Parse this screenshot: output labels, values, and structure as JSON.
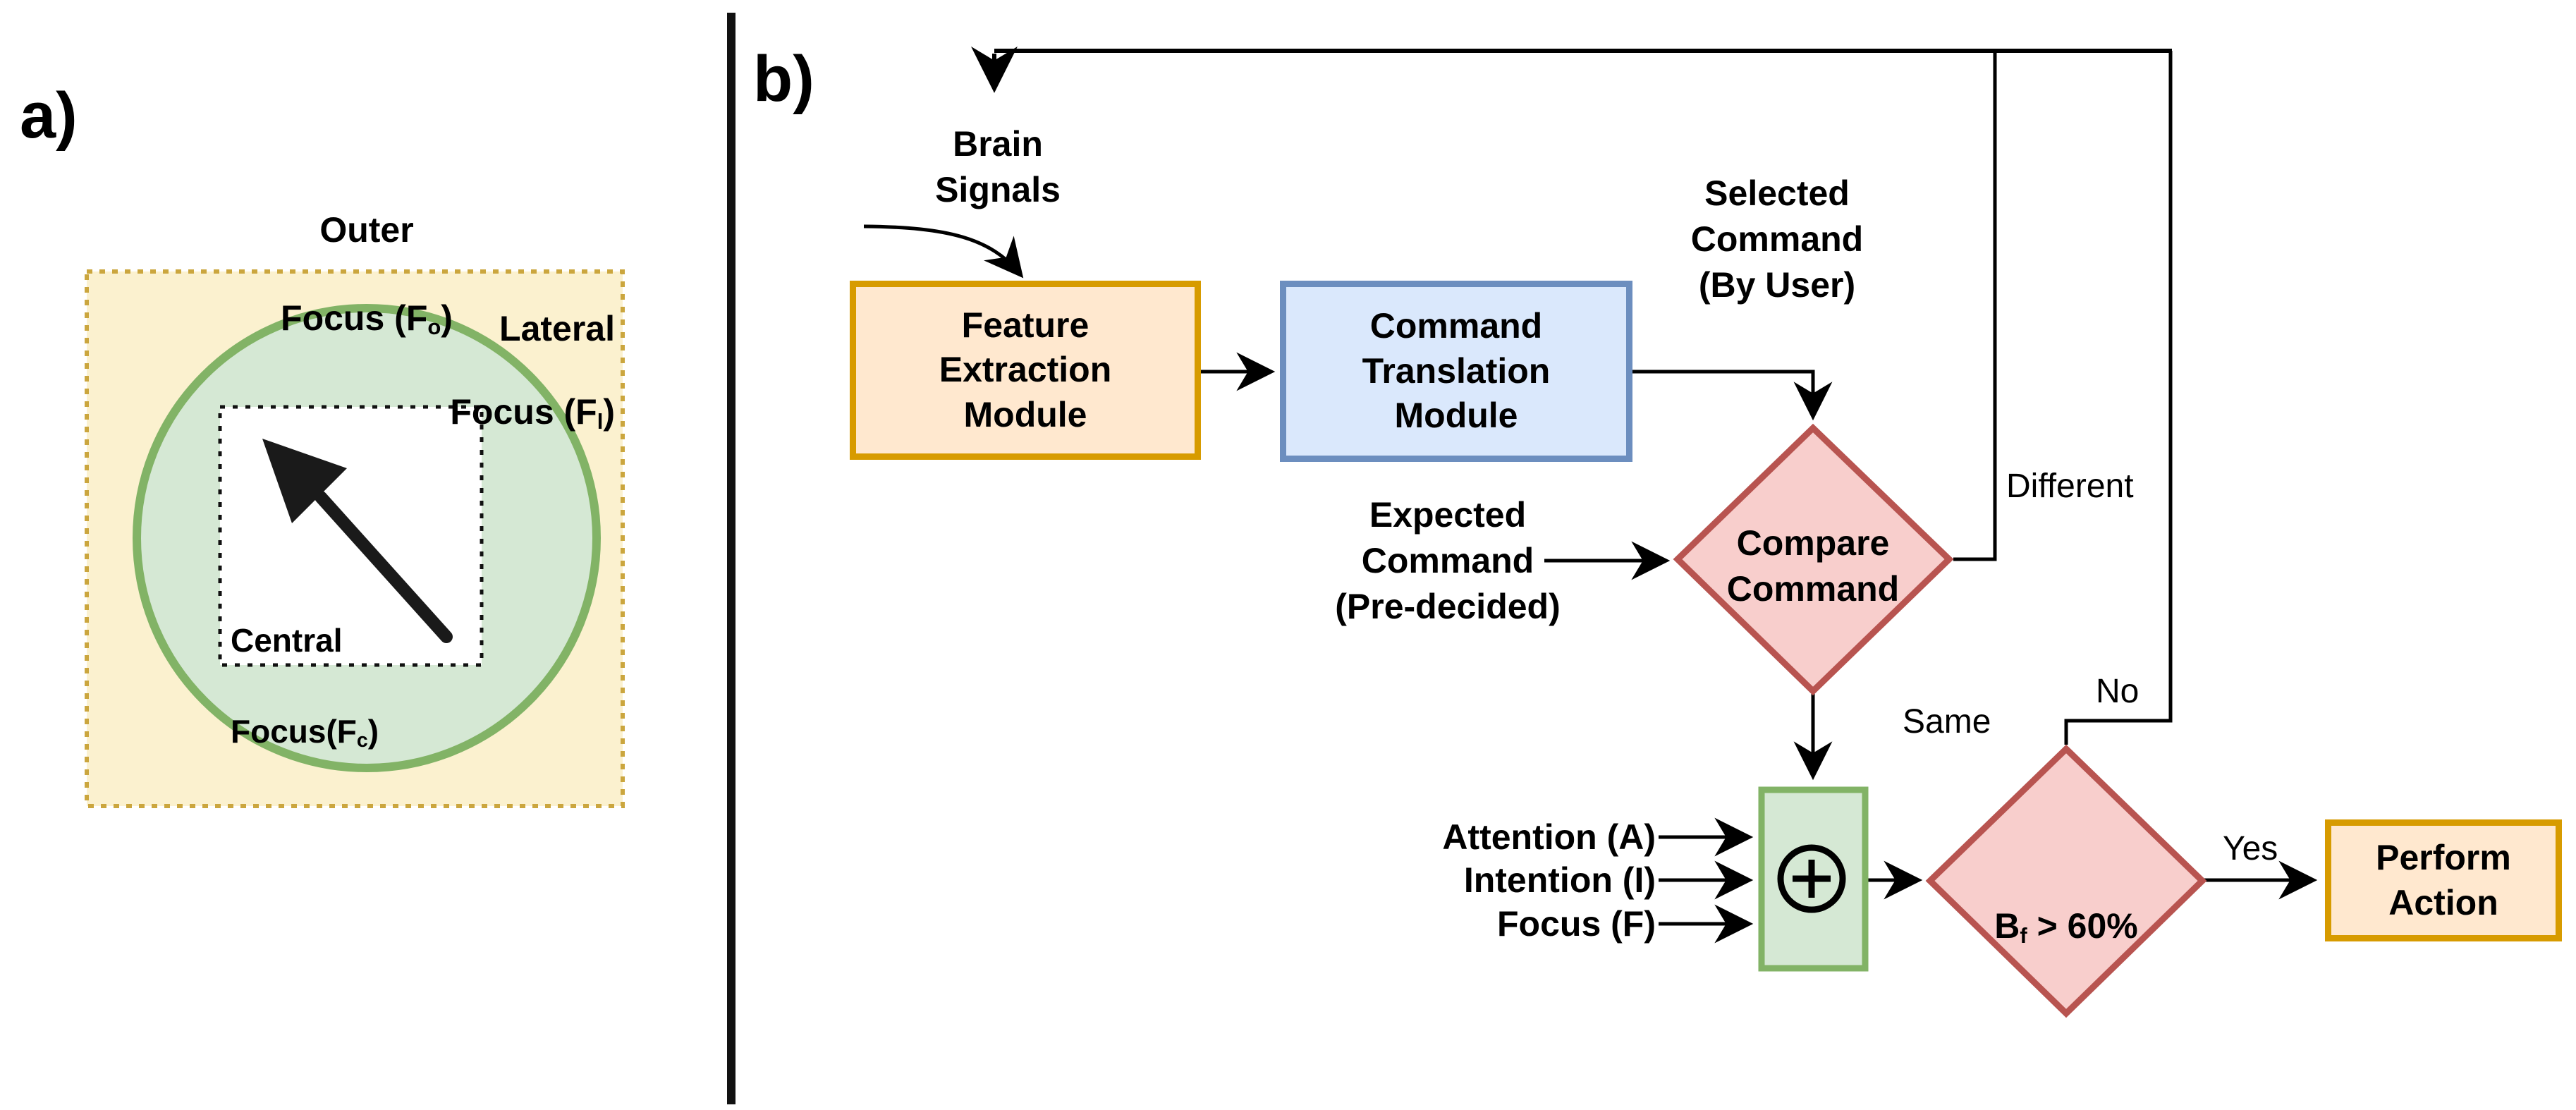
{
  "figure": {
    "panel_a_label": "a)",
    "panel_b_label": "b)"
  },
  "panel_a": {
    "outer_focus": {
      "line1": "Outer",
      "pre": "Focus (F",
      "sub": "o",
      "post": ")"
    },
    "lateral_focus": {
      "line1": "Lateral",
      "pre": "Focus (F",
      "sub": "l",
      "post": ")"
    },
    "central_focus": {
      "line1": "Central",
      "pre": "Focus(F",
      "sub": "c",
      "post": ")"
    },
    "icons": {
      "gaze_arrow": "up-left-arrow-icon"
    }
  },
  "panel_b": {
    "brain_signals": "Brain\nSignals",
    "nodes": {
      "feature_extraction": "Feature\nExtraction\nModule",
      "command_translation": "Command\nTranslation\nModule",
      "compare_command": "Compare\nCommand",
      "bf_condition": {
        "pre": "B",
        "sub": "f",
        "post": " > 60%"
      },
      "perform_action": "Perform\nAction"
    },
    "annotations": {
      "selected_command": "Selected\nCommand\n(By User)",
      "expected_command": "Expected\nCommand\n(Pre-decided)"
    },
    "edge_labels": {
      "different": "Different",
      "same": "Same",
      "no": "No",
      "yes": "Yes"
    },
    "icons": {
      "aggregator": "circle-plus-icon"
    }
  },
  "colors": {
    "orange_fill": "#FFE8CF",
    "orange_stroke": "#D79B00",
    "blue_fill": "#DAE8FC",
    "blue_stroke": "#6C8EBF",
    "red_fill": "#F8CECC",
    "red_stroke": "#B85450",
    "green_fill": "#D5E8D4",
    "green_stroke": "#82B366",
    "yellow_fill": "#FBF1CF",
    "yellow_stroke": "#CBA63E",
    "line": "#000000"
  }
}
